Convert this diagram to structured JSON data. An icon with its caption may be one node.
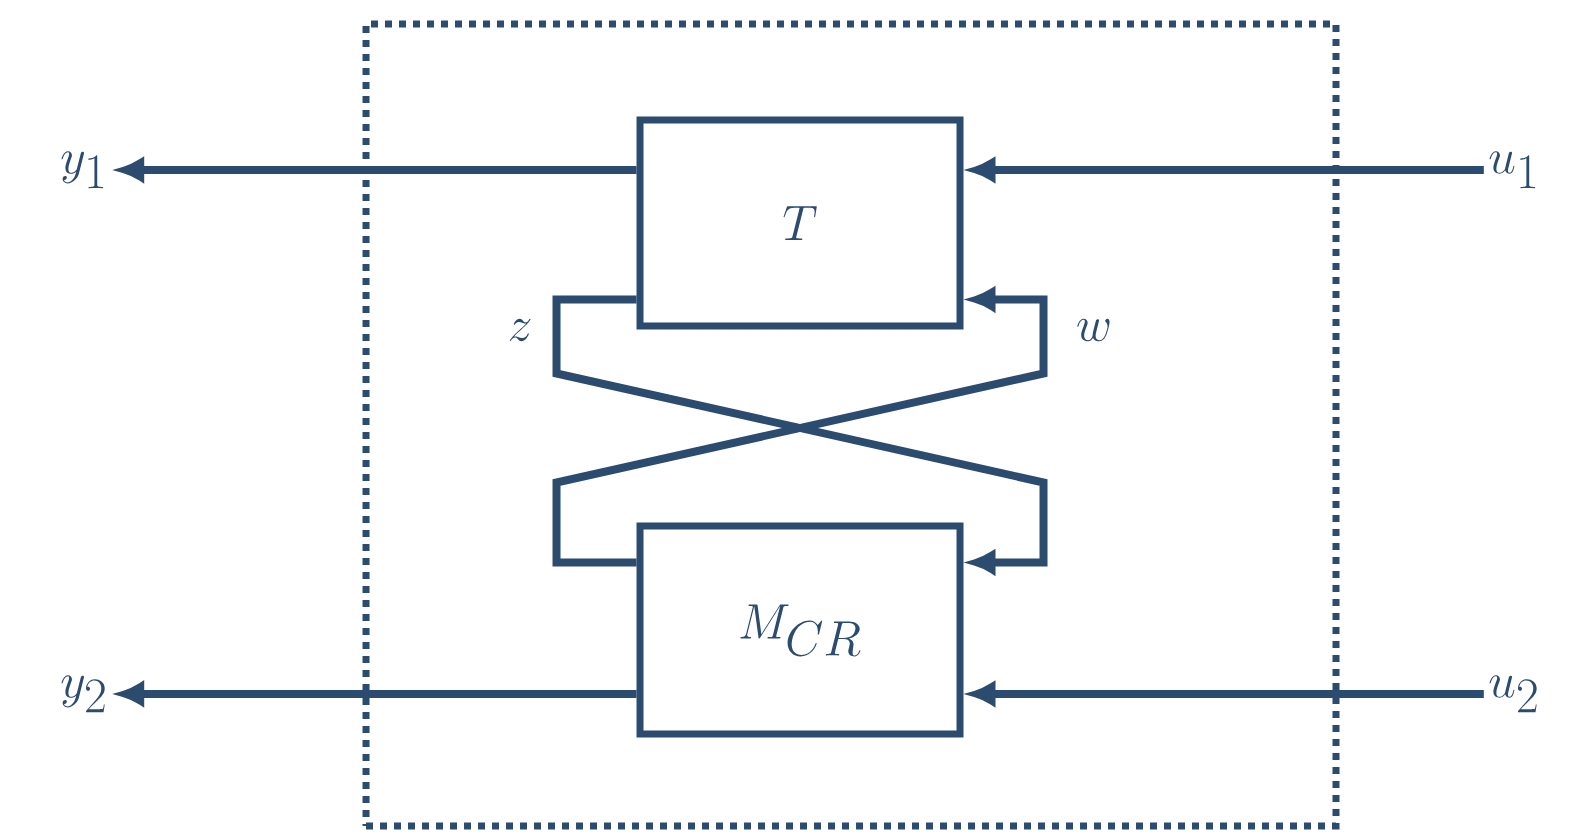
{
  "diagram": {
    "nodes": [
      {
        "text": [],
        "shape": "box"
      },
      {
        "text": [
          "T"
        ],
        "in": 0
      },
      {
        "text": [
          "M_{CR}"
        ],
        "in": 0
      },
      {
        "text": [
          "y_1"
        ]
      },
      {
        "text": [
          "u_1"
        ]
      },
      {
        "text": [
          "y_2"
        ]
      },
      {
        "text": [
          "u_2"
        ]
      }
    ],
    "edges": [
      {
        "from": 4,
        "to": 1,
        "arrow": "to"
      },
      {
        "from": 1,
        "to": 3,
        "arrow": "to"
      },
      {
        "from": 6,
        "to": 2,
        "arrow": "to"
      },
      {
        "from": 2,
        "to": 5,
        "arrow": "to"
      },
      {
        "from": 1,
        "to": 2,
        "arrow": "to",
        "label": "z"
      },
      {
        "from": 2,
        "to": 1,
        "arrow": "to",
        "label": "w"
      }
    ]
  }
}
